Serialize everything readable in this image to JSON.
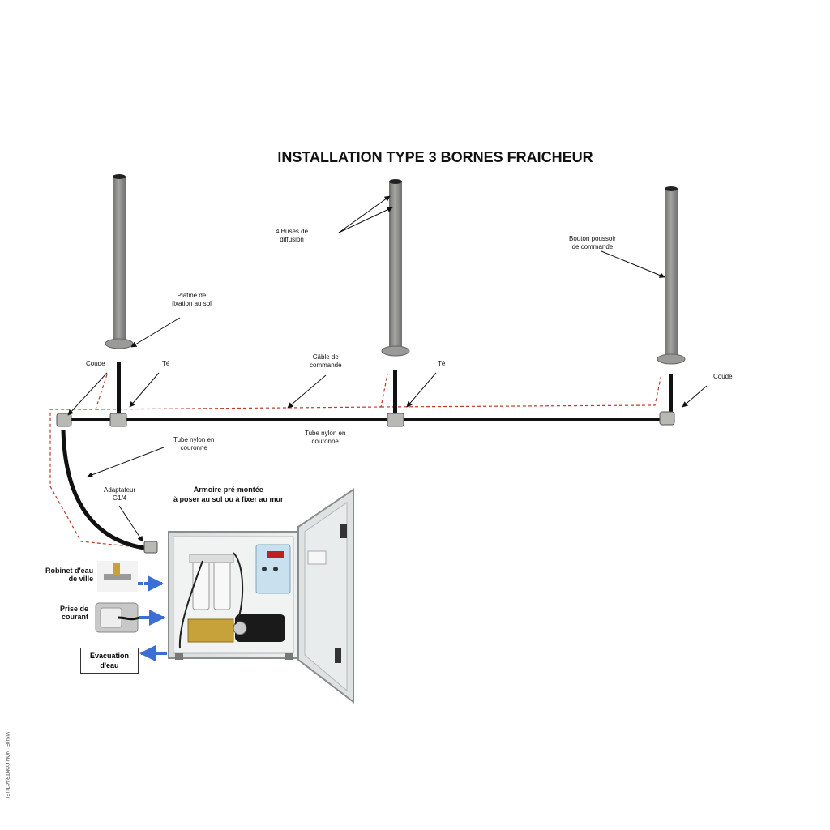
{
  "title": "INSTALLATION TYPE 3 BORNES FRAICHEUR",
  "side_note": "VISUEL NON CONTRACTUEL",
  "labels": {
    "buses": [
      "4 Buses de",
      "diffusion"
    ],
    "bouton": [
      "Bouton poussoir",
      "de commande"
    ],
    "platine": [
      "Platine de",
      "fixation au sol"
    ],
    "coude_left": "Coude",
    "te_left": "Té",
    "cable": [
      "Câble de",
      "commande"
    ],
    "te_mid": "Té",
    "coude_right": "Coude",
    "tube_left": [
      "Tube nylon en",
      "couronne"
    ],
    "tube_mid": [
      "Tube nylon  en",
      "couronne"
    ],
    "adaptateur": [
      "Adaptateur",
      "G1/4"
    ],
    "armoire": [
      "Armoire pré-montée",
      "à poser au sol ou à fixer au mur"
    ],
    "robinet": [
      "Robinet d'eau",
      "de ville"
    ],
    "prise": [
      "Prise de",
      "courant"
    ],
    "evacuation": [
      "Evacuation",
      "d'eau"
    ]
  },
  "colors": {
    "pole": "#8a8a88",
    "pipe": "#111111",
    "cable_dashed": "#c0392b",
    "arrow_blue": "#3b6fd6",
    "cabinet": "#e3e6e6"
  },
  "icons": [
    "pole-icon",
    "elbow-fitting-icon",
    "tee-fitting-icon",
    "water-tap-icon",
    "power-socket-icon",
    "filter-cartridge-icon",
    "pump-icon",
    "controller-icon"
  ]
}
